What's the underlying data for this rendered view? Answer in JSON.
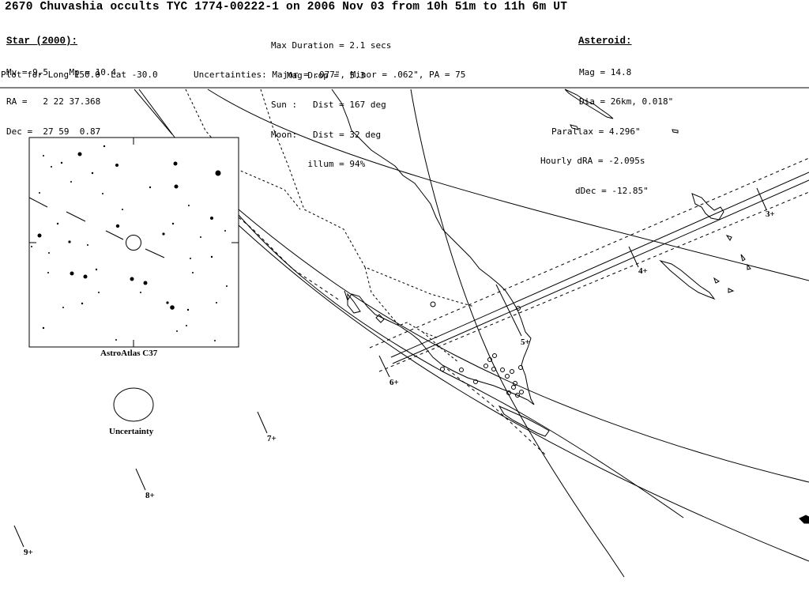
{
  "title": "2670 Chuvashia occults TYC 1774-00222-1 on 2006 Nov 03 from 10h 51m to 11h 6m UT",
  "star": {
    "heading": "Star (2000):",
    "lines": [
      "Mv = 9.5    Mp = 10.4",
      "RA =   2 22 37.368",
      "Dec =  27 59  0.87"
    ]
  },
  "plot_for": "Plot for Long 150.0  Lat -30.0",
  "event": {
    "lines": [
      "Max Duration = 2.1 secs",
      "   Mag Drop =  5.3",
      "Sun :   Dist = 167 deg",
      "Moon:   Dist = 32 deg",
      "       illum = 94%"
    ]
  },
  "uncertainties": "Uncertainties: Major = .077\", Minor = .062\", PA = 75",
  "asteroid": {
    "heading": "Asteroid:",
    "lines": [
      "Mag = 14.8",
      "Dia = 26km, 0.018\"",
      "Parallax = 4.296\"",
      "Hourly dRA = -2.095s",
      "dDec = -12.85\""
    ]
  },
  "starchart_label": "AstroAtlas C37",
  "uncertainty_label": "Uncertainty",
  "time_ticks": [
    "3+",
    "4+",
    "5+",
    "6+",
    "7+",
    "8+",
    "9+"
  ],
  "colors": {
    "ink": "#000000",
    "background": "#ffffff"
  }
}
